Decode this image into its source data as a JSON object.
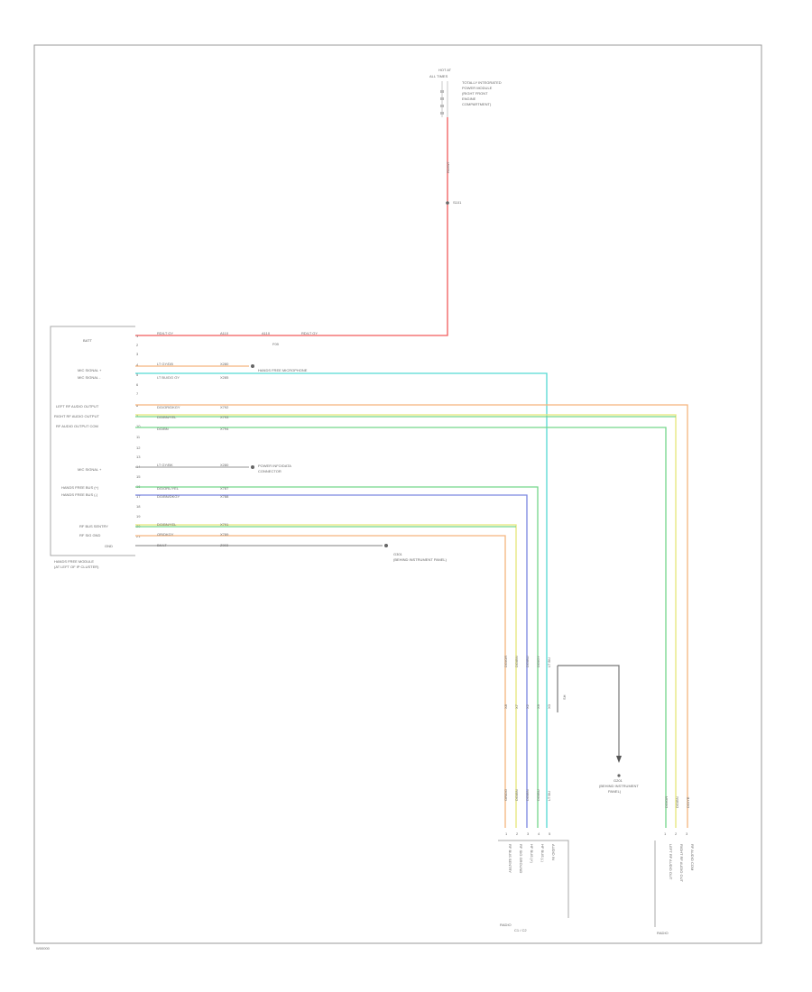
{
  "colors": {
    "red": "#f25a5a",
    "orange": "#f5b57e",
    "green": "#74d68a",
    "cyan": "#53d9d3",
    "blue": "#7a86e0",
    "yellow": "#e6e67a",
    "gray": "#777777"
  },
  "footer": {
    "code": "W00000"
  },
  "hot_source": {
    "header": [
      "HOT AT",
      "ALL TIMES"
    ],
    "notes": [
      "TOTALLY INTEGRATED",
      "POWER MODULE",
      "(RIGHT FRONT",
      "ENGINE",
      "COMPARTMENT)"
    ],
    "wire": "RD/WT",
    "splice": "S101"
  },
  "module": {
    "name": [
      "HANDS FREE MODULE",
      "(AT LEFT OF IP CLUSTER)"
    ],
    "labels": [
      "BATT",
      "MIC SIGNAL +",
      "MIC SIGNAL -",
      "LEFT RF AUDIO OUTPUT",
      "RIGHT RF AUDIO OUTPUT",
      "RF AUDIO OUTPUT COM",
      "MIC SIGNAL +",
      "HANDS FREE BUS (+)",
      "HANDS FREE BUS (-)",
      "RF BUS SENTRY",
      "RF SIG GND",
      "GND"
    ],
    "pins": [
      "1",
      "2",
      "3",
      "4",
      "5",
      "6",
      "7",
      "8",
      "9",
      "10",
      "11",
      "12",
      "13",
      "14",
      "15",
      "16",
      "17",
      "18",
      "19",
      "20",
      "21"
    ]
  },
  "wires": {
    "batt": {
      "color": "RD/LT GY",
      "circuit": "A110",
      "mid": "A110",
      "after": "RD/LT GY",
      "note": "F09"
    },
    "mic_pos": {
      "color": "LT GY/DB",
      "circuit": "X280",
      "ref": "HANDS FREE MICROPHONE"
    },
    "mic_neg": {
      "color": "LT BU/DG GY",
      "circuit": "X285"
    },
    "left_rf": {
      "color": "DG/OR/DKGY",
      "circuit": "X792"
    },
    "right_rf": {
      "color": "DG/BN/YEL",
      "circuit": "X793"
    },
    "rf_com": {
      "color": "DG/BN",
      "circuit": "X794"
    },
    "mic2": {
      "color": "LT GY/BK",
      "circuit": "X280",
      "ref": [
        "POWER INFO/DATA",
        "CONNECTOR"
      ]
    },
    "bus_pos": {
      "color": "DG/ORL/YEL",
      "circuit": "X787"
    },
    "bus_neg": {
      "color": "DG/BN/DKGY",
      "circuit": "X788"
    },
    "sentry": {
      "color": "DG/BN/YEL",
      "circuit": "X791"
    },
    "sig_gnd": {
      "color": "OR/DKGY",
      "circuit": "X789"
    },
    "gnd": {
      "color": "BK/LT",
      "circuit": "Z903",
      "ref": [
        "G301",
        "(BEHIND INSTRUMENT PANEL)"
      ]
    }
  },
  "radio_connector": {
    "name": [
      "RADIO",
      "C1 / C2"
    ],
    "wire_codes": [
      "DG/OR",
      "DG/BN",
      "DG/BU",
      "DG/GY",
      "LT BU"
    ],
    "mid_codes": [
      "X8",
      "X7",
      "X2",
      "X9",
      "X0"
    ],
    "bottom_codes": [
      "OR/DG",
      "DG/BN",
      "DG/BN",
      "DG/BU",
      "LT BU"
    ],
    "pins": [
      "1",
      "2",
      "3",
      "4",
      "5"
    ],
    "pin_labels": [
      "RF BUS SENTRY",
      "RF SIG GROUND",
      "HF BUS (+)",
      "HF BUS (-)",
      "AUDIO IN"
    ],
    "shield": "SH",
    "ground": [
      "G201",
      "(BEHIND INSTRUMENT",
      "PANEL)"
    ]
  },
  "second_connector": {
    "name": "RADIO",
    "wire_codes": [
      "DG/OR",
      "DG/BN",
      "DG/YE"
    ],
    "pins": [
      "1",
      "2",
      "3"
    ],
    "pin_labels": [
      "LEFT RF AUDIO OUT",
      "RIGHT RF AUDIO OUT",
      "RF AUDIO COM"
    ]
  }
}
